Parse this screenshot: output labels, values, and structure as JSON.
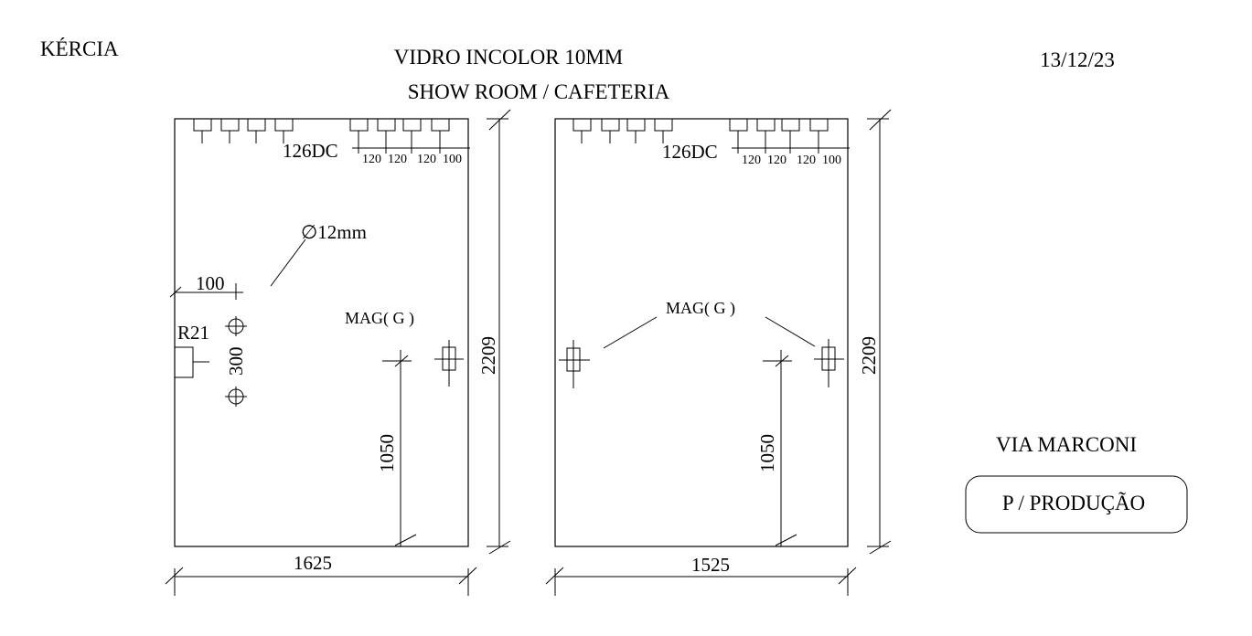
{
  "header": {
    "client": "KÉRCIA",
    "glass_type": "VIDRO INCOLOR 10MM",
    "location": "SHOW ROOM / CAFETERIA",
    "date": "13/12/23"
  },
  "panel_left": {
    "width_label": "1625",
    "height_label": "2209",
    "holes_label": "126DC",
    "spacing_labels": [
      "120",
      "120",
      "120",
      "100"
    ],
    "hole_diameter_label": "∅12mm",
    "offset_label": "100",
    "radius_label": "R21",
    "hole_spacing_label": "300",
    "magnet_label": "MAG( G )",
    "magnet_height_label": "1050"
  },
  "panel_right": {
    "width_label": "1525",
    "height_label": "2209",
    "holes_label": "126DC",
    "spacing_labels": [
      "120",
      "120",
      "120",
      "100"
    ],
    "magnet_label": "MAG( G )",
    "magnet_height_label": "1050"
  },
  "footer": {
    "street": "VIA MARCONI",
    "stamp": "P / PRODUÇÃO"
  }
}
